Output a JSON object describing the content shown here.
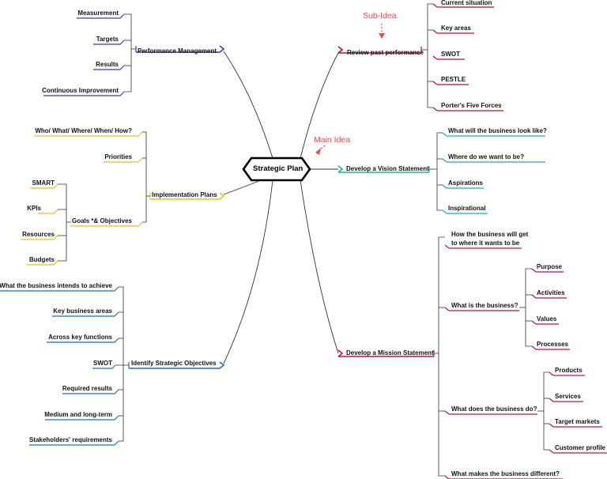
{
  "center": "Strategic Plan",
  "annotations": {
    "sub_idea": "Sub-Idea",
    "main_idea": "Main Idea"
  },
  "colors": {
    "performance": "#5b2ea6",
    "implementation": "#e2c21f",
    "objectives": "#1f6fb8",
    "review": "#b0152a",
    "vision": "#1fb0a8",
    "mission": "#b0155e",
    "annotation": "#d9534f"
  },
  "branches": {
    "performance": {
      "label": "Performance Management",
      "children": [
        "Measurement",
        "Targets",
        "Results",
        "Continuous Improvement"
      ]
    },
    "implementation": {
      "label": "Implementation Plans",
      "priorities": {
        "label": "Priorities",
        "children": [
          "Who/ What/ Where/ When/ How?"
        ]
      },
      "goals": {
        "label": "Goals *& Objectives",
        "children": [
          "SMART",
          "KPIs",
          "Resources",
          "Budgets"
        ]
      }
    },
    "objectives": {
      "label": "Identify Strategic Objectives",
      "children": [
        "What the business intends to achieve",
        "Key business areas",
        "Across key functions",
        "SWOT",
        "Required results",
        "Medium and long-term",
        "Stakeholders' requirements"
      ]
    },
    "review": {
      "label": "Review past performance",
      "children": [
        "Current situation",
        "Key areas",
        "SWOT",
        "PESTLE",
        "Porter's Five Forces"
      ]
    },
    "vision": {
      "label": "Develop a Vision Statement",
      "children": [
        "What will the business look like?",
        "Where do we want to be?",
        "Aspirations",
        "Inspirational"
      ]
    },
    "mission": {
      "label": "Develop a Mission Statement",
      "how": {
        "line1": "How the business will get",
        "line2": "to where it wants to be"
      },
      "what_is": {
        "label": "What is the business?",
        "children": [
          "Purpose",
          "Activities",
          "Values",
          "Processes"
        ]
      },
      "what_does": {
        "label": "What does the business do?",
        "children": [
          "Products",
          "Services",
          "Target markets",
          "Customer profile"
        ]
      },
      "different": "What makes the business different?"
    }
  }
}
